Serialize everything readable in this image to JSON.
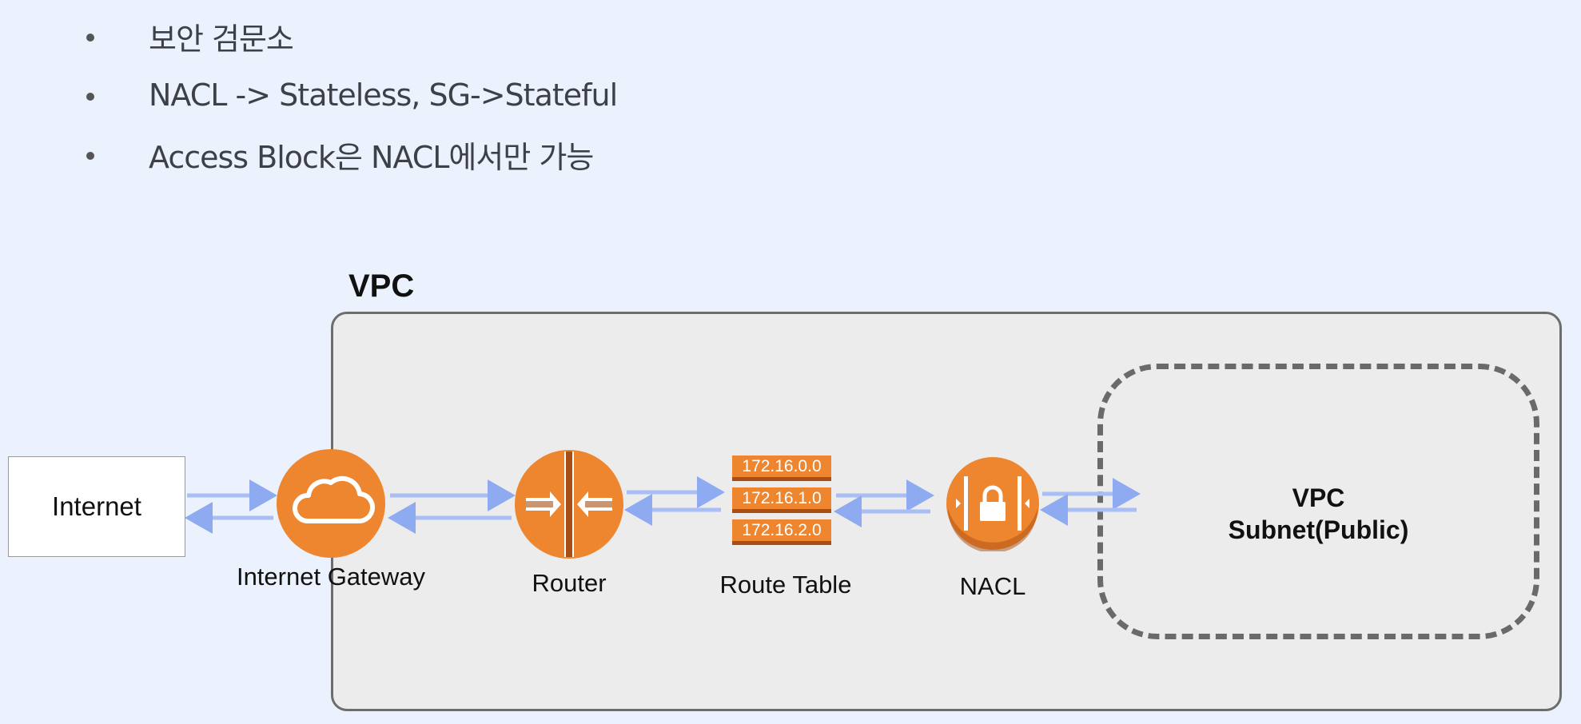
{
  "bullets": [
    {
      "text": "보안 검문소"
    },
    {
      "text": "NACL -> Stateless, SG->Stateful"
    },
    {
      "text": "Access Block은 NACL에서만 가능"
    }
  ],
  "diagram": {
    "vpc_label": "VPC",
    "subnet_label_line1": "VPC",
    "subnet_label_line2": "Subnet(Public)",
    "internet_label": "Internet",
    "igw_label": "Internet Gateway",
    "router_label": "Router",
    "route_table_label": "Route Table",
    "nacl_label": "NACL",
    "route_table_rows": [
      "172.16.0.0",
      "172.16.1.0",
      "172.16.2.0"
    ],
    "icons": {
      "igw": "cloud-icon",
      "router": "router-icon",
      "route_table": "route-table-icon",
      "nacl": "lock-icon"
    }
  },
  "colors": {
    "background": "#ecf2fd",
    "aws_orange": "#ee8630",
    "aws_dark_orange": "#a94e14",
    "arrow": "#9fb7f3",
    "vpc_fill": "#ececec",
    "dash": "#6a6a6a"
  }
}
